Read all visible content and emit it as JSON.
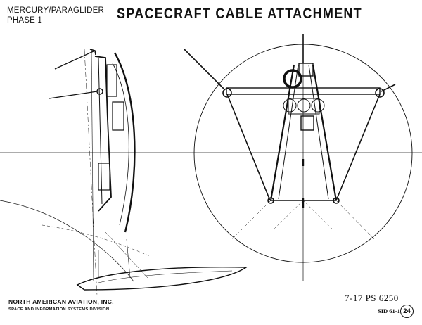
{
  "header": {
    "program": "MERCURY/PARAGLIDER",
    "phase": "PHASE 1",
    "title": "SPACECRAFT CABLE ATTACHMENT"
  },
  "footer": {
    "company": "NORTH AMERICAN AVIATION, INC.",
    "division": "SPACE AND INFORMATION SYSTEMS DIVISION",
    "doc_number": "7-17 PS 6250",
    "sid_ref": "SID 61-1",
    "page": "24"
  }
}
